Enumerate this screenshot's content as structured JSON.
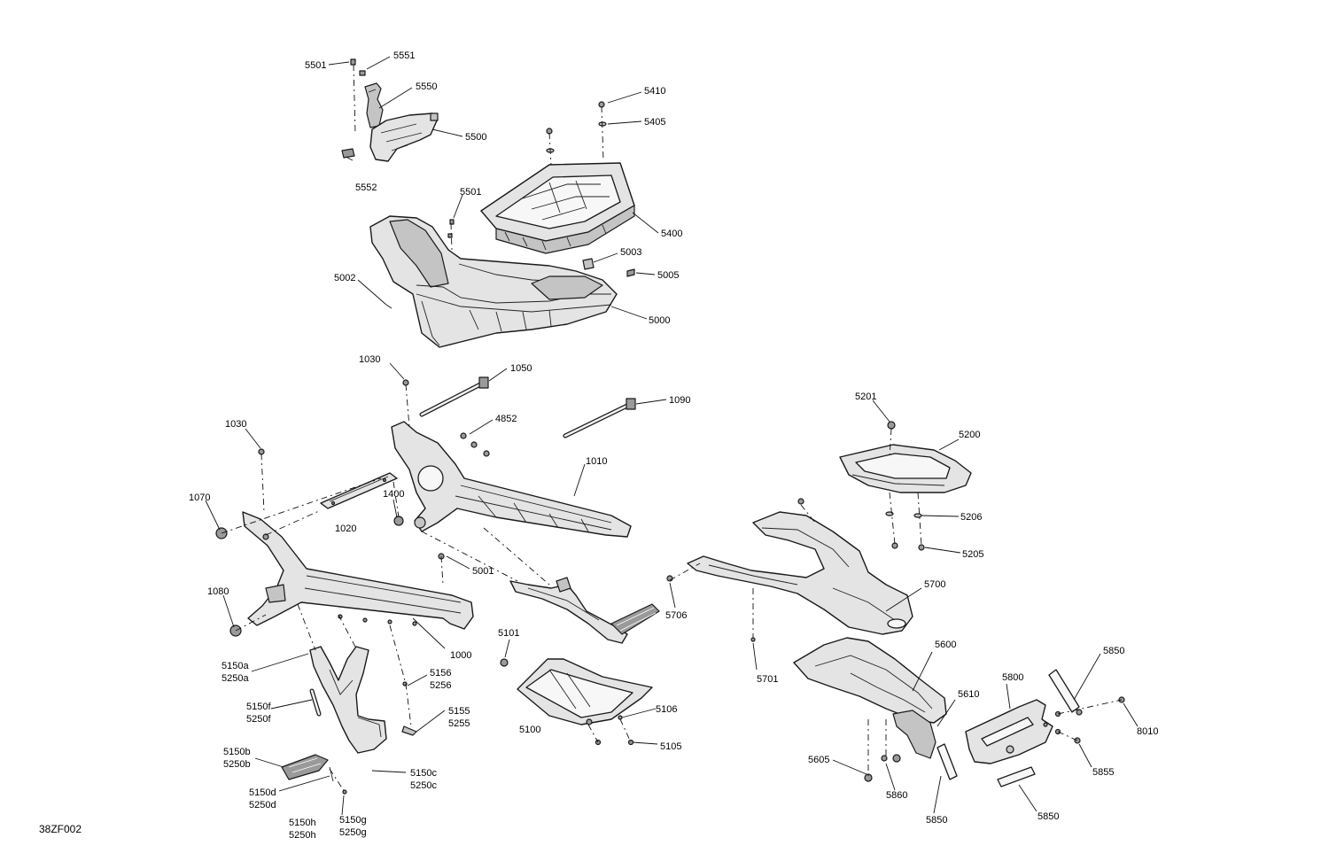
{
  "document_id": "38ZF002",
  "labels": {
    "p5501_top": "5501",
    "p5551": "5551",
    "p5550": "5550",
    "p5500": "5500",
    "p5552": "5552",
    "p5410": "5410",
    "p5405": "5405",
    "p5501_mid": "5501",
    "p5400": "5400",
    "p5003": "5003",
    "p5005": "5005",
    "p5002": "5002",
    "p5000": "5000",
    "p1030_top": "1030",
    "p1050": "1050",
    "p1090": "1090",
    "p4852": "4852",
    "p1030_left": "1030",
    "p1010": "1010",
    "p1070": "1070",
    "p1400": "1400",
    "p1020": "1020",
    "p5001": "5001",
    "p1080": "1080",
    "p1000": "1000",
    "p5150a": "5150a",
    "p5250a": "5250a",
    "p5156": "5156",
    "p5256": "5256",
    "p5150f": "5150f",
    "p5250f": "5250f",
    "p5155": "5155",
    "p5255": "5255",
    "p5150b": "5150b",
    "p5250b": "5250b",
    "p5150c": "5150c",
    "p5250c": "5250c",
    "p5150d": "5150d",
    "p5250d": "5250d",
    "p5150h": "5150h",
    "p5250h": "5250h",
    "p5150g": "5150g",
    "p5250g": "5250g",
    "p5101": "5101",
    "p5100": "5100",
    "p5106": "5106",
    "p5105": "5105",
    "p5706": "5706",
    "p5701": "5701",
    "p5201": "5201",
    "p5200": "5200",
    "p5206": "5206",
    "p5205": "5205",
    "p5700": "5700",
    "p5600": "5600",
    "p5610": "5610",
    "p5800": "5800",
    "p5850_top": "5850",
    "p8010": "8010",
    "p5855": "5855",
    "p5605": "5605",
    "p5860": "5860",
    "p5850_bl": "5850",
    "p5850_br": "5850"
  }
}
